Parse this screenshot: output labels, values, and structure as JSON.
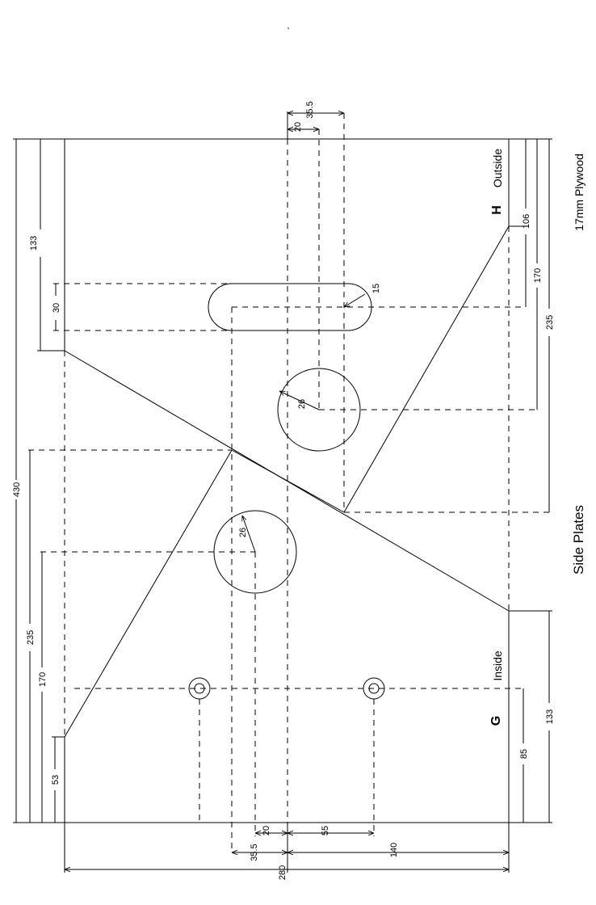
{
  "title": "Side Plates",
  "material": "17mm Plywood",
  "labels": {
    "h": "H",
    "outside": "Outside",
    "g": "G",
    "inside": "Inside"
  },
  "dimensions": {
    "d20_top": "20",
    "d35_5_top": "35.5",
    "d133_left": "133",
    "d30": "30",
    "d430": "430",
    "d235_left": "235",
    "d170_left": "170",
    "d53": "53",
    "d106": "106",
    "d170_right": "170",
    "d235_right": "235",
    "d85": "85",
    "d133_right": "133",
    "r15": "15",
    "r26_upper": "26",
    "r26_lower": "26",
    "d20_bottom": "20",
    "d55": "55",
    "d35_5_bottom": "35.5",
    "d140": "140",
    "d280": "280"
  }
}
